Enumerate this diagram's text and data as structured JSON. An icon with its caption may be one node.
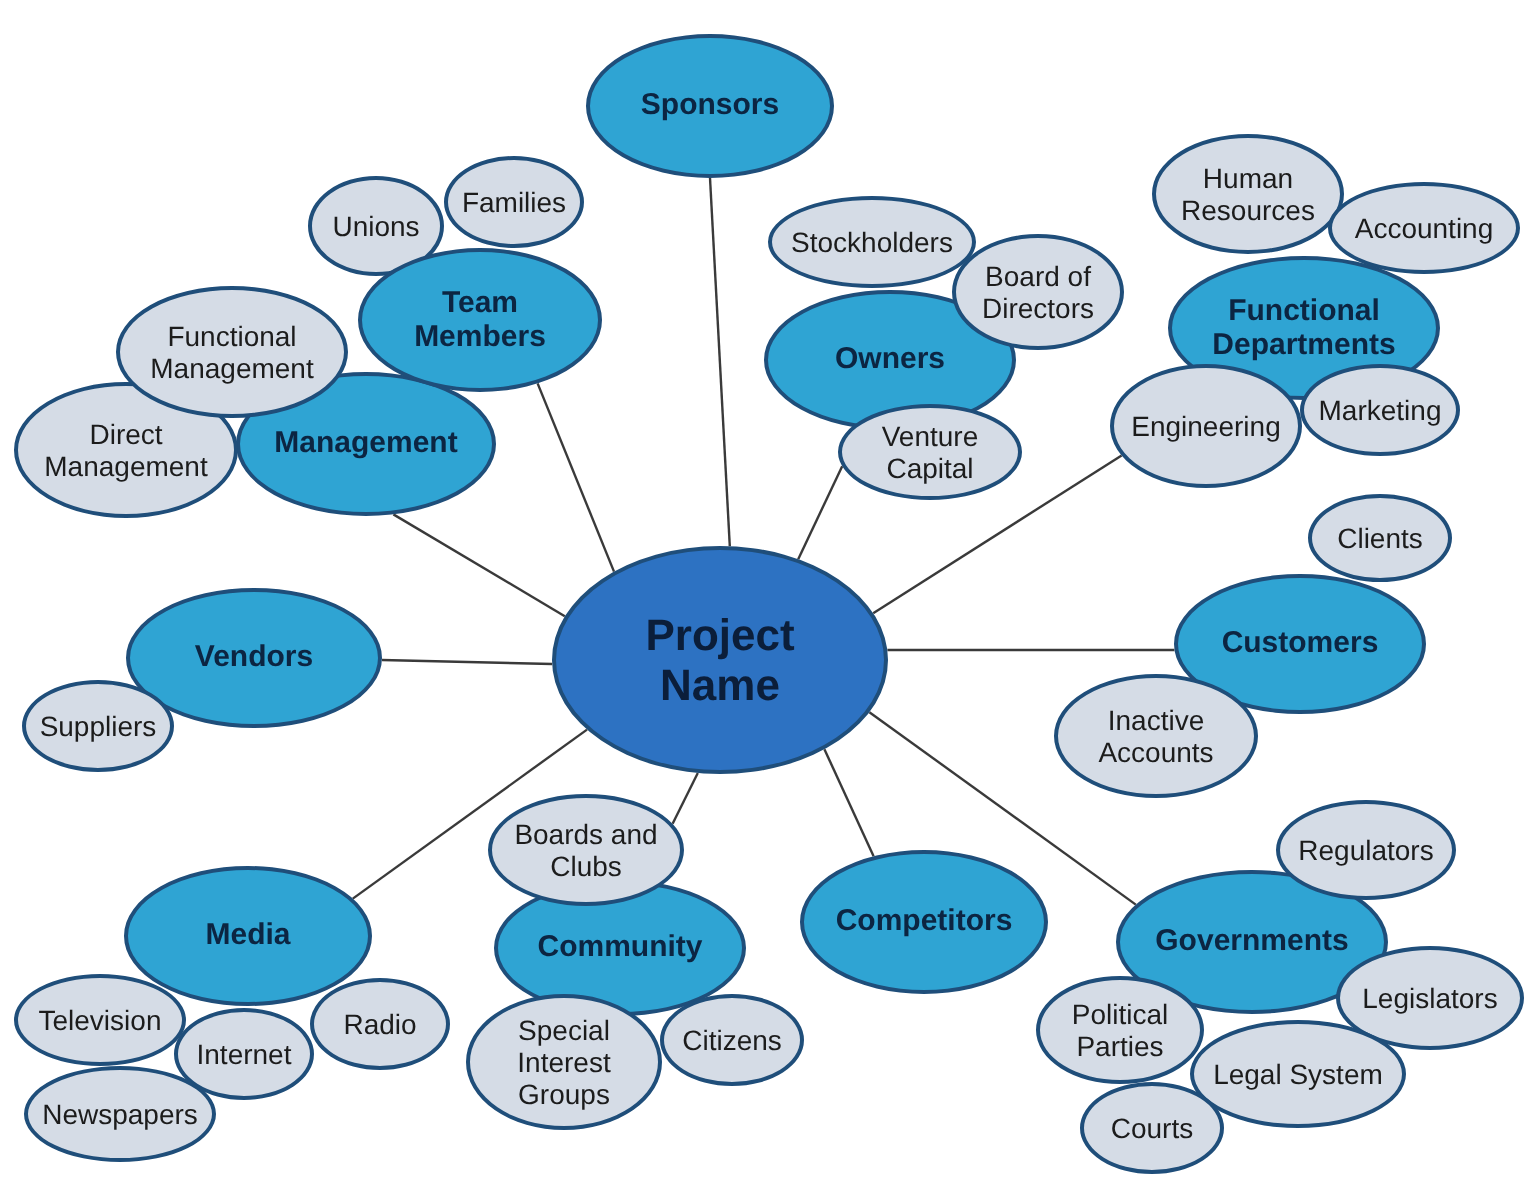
{
  "diagram": {
    "nodes": [
      {
        "text": [
          "Project Name"
        ]
      },
      {
        "text": [
          "Sponsors"
        ]
      },
      {
        "text": [
          "Owners"
        ]
      },
      {
        "text": [
          "Stockholders"
        ]
      },
      {
        "text": [
          "Board of Directors"
        ]
      },
      {
        "text": [
          "Venture Capital"
        ]
      },
      {
        "text": [
          "Functional Departments"
        ]
      },
      {
        "text": [
          "Human Resources"
        ]
      },
      {
        "text": [
          "Accounting"
        ]
      },
      {
        "text": [
          "Engineering"
        ]
      },
      {
        "text": [
          "Marketing"
        ]
      },
      {
        "text": [
          "Customers"
        ]
      },
      {
        "text": [
          "Clients"
        ]
      },
      {
        "text": [
          "Inactive Accounts"
        ]
      },
      {
        "text": [
          "Governments"
        ]
      },
      {
        "text": [
          "Regulators"
        ]
      },
      {
        "text": [
          "Legislators"
        ]
      },
      {
        "text": [
          "Political Parties"
        ]
      },
      {
        "text": [
          "Legal System"
        ]
      },
      {
        "text": [
          "Courts"
        ]
      },
      {
        "text": [
          "Competitors"
        ]
      },
      {
        "text": [
          "Community"
        ]
      },
      {
        "text": [
          "Boards and Clubs"
        ]
      },
      {
        "text": [
          "Special Interest Groups"
        ]
      },
      {
        "text": [
          "Citizens"
        ]
      },
      {
        "text": [
          "Media"
        ]
      },
      {
        "text": [
          "Television"
        ]
      },
      {
        "text": [
          "Internet"
        ]
      },
      {
        "text": [
          "Radio"
        ]
      },
      {
        "text": [
          "Newspapers"
        ]
      },
      {
        "text": [
          "Vendors"
        ]
      },
      {
        "text": [
          "Suppliers"
        ]
      },
      {
        "text": [
          "Management"
        ]
      },
      {
        "text": [
          "Functional Management"
        ]
      },
      {
        "text": [
          "Direct Management"
        ]
      },
      {
        "text": [
          "Team Members"
        ]
      },
      {
        "text": [
          "Unions"
        ]
      },
      {
        "text": [
          "Families"
        ]
      }
    ],
    "edges": [
      {
        "from": 0,
        "to": 1,
        "arrow": "none"
      },
      {
        "from": 0,
        "to": 5,
        "arrow": "none"
      },
      {
        "from": 0,
        "to": 9,
        "arrow": "none"
      },
      {
        "from": 0,
        "to": 11,
        "arrow": "none"
      },
      {
        "from": 0,
        "to": 14,
        "arrow": "none"
      },
      {
        "from": 0,
        "to": 20,
        "arrow": "none"
      },
      {
        "from": 0,
        "to": 22,
        "arrow": "none"
      },
      {
        "from": 0,
        "to": 25,
        "arrow": "none"
      },
      {
        "from": 0,
        "to": 30,
        "arrow": "none"
      },
      {
        "from": 0,
        "to": 32,
        "arrow": "none"
      },
      {
        "from": 0,
        "to": 35,
        "arrow": "none"
      }
    ]
  }
}
